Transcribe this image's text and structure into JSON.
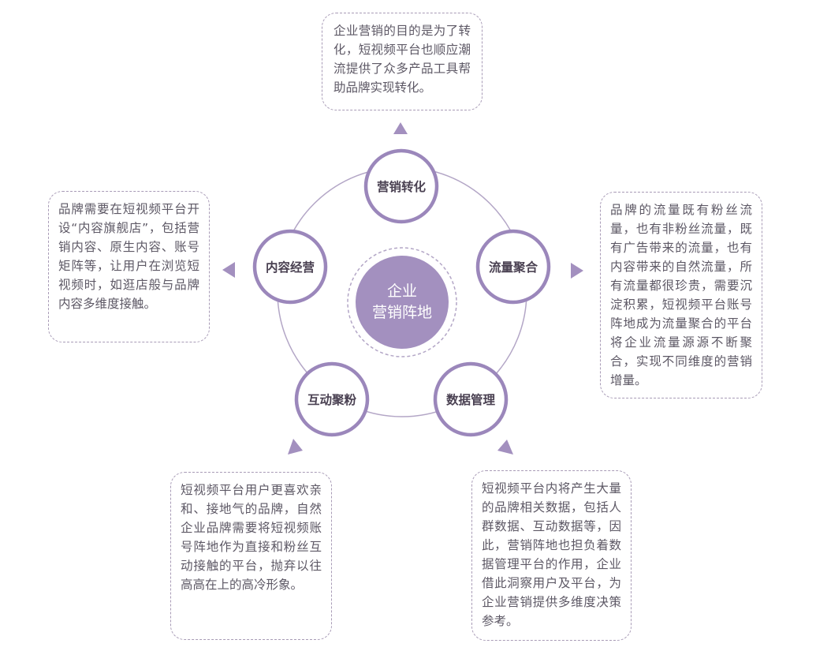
{
  "center": {
    "line1": "企业",
    "line2": "营销阵地"
  },
  "nodes": [
    {
      "id": "conversion",
      "label": "营销转化"
    },
    {
      "id": "traffic",
      "label": "流量聚合"
    },
    {
      "id": "data",
      "label": "数据管理"
    },
    {
      "id": "fans",
      "label": "互动聚粉"
    },
    {
      "id": "content",
      "label": "内容经营"
    }
  ],
  "descriptions": {
    "conversion": "企业营销的目的是为了转化，短视频平台也顺应潮流提供了众多产品工具帮助品牌实现转化。",
    "traffic": "品牌的流量既有粉丝流量，也有非粉丝流量，既有广告带来的流量，也有内容带来的自然流量，所有流量都很珍贵，需要沉淀积累，短视频平台账号阵地成为流量聚合的平台将企业流量源源不断聚合，实现不同维度的营销增量。",
    "data": "短视频平台内将产生大量的品牌相关数据，包括人群数据、互动数据等，因此，营销阵地也担负着数据管理平台的作用，企业借此洞察用户及平台，为企业营销提供多维度决策参考。",
    "fans": "短视频平台用户更喜欢亲和、接地气的品牌，自然企业品牌需要将短视频账号阵地作为直接和粉丝互动接触的平台，抛弃以往高高在上的高冷形象。",
    "content": "品牌需要在短视频平台开设“内容旗舰店”，包括营销内容、原生内容、账号矩阵等，让用户在浏览短视频时，如逛店般与品牌内容多维度接触。"
  },
  "colors": {
    "accent": "#a390bf",
    "node_ring": "#9b87bb",
    "text": "#5d5865",
    "dashed_border": "#a89bb6"
  }
}
